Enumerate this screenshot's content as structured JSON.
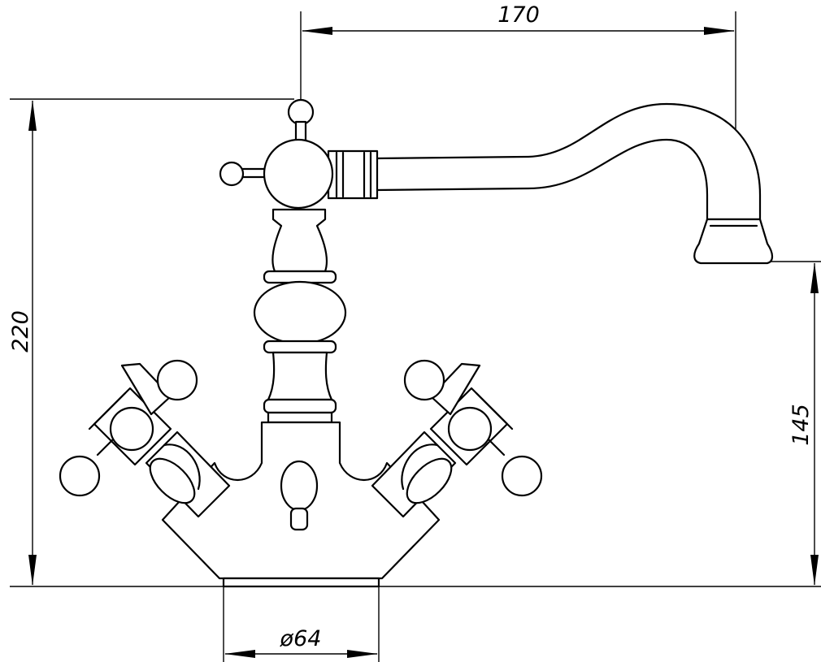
{
  "dimensions": {
    "width_label": "170",
    "height_label": "220",
    "spout_height_label": "145",
    "base_diameter_label": "ø64"
  },
  "colors": {
    "stroke": "#000000",
    "background": "#ffffff"
  }
}
